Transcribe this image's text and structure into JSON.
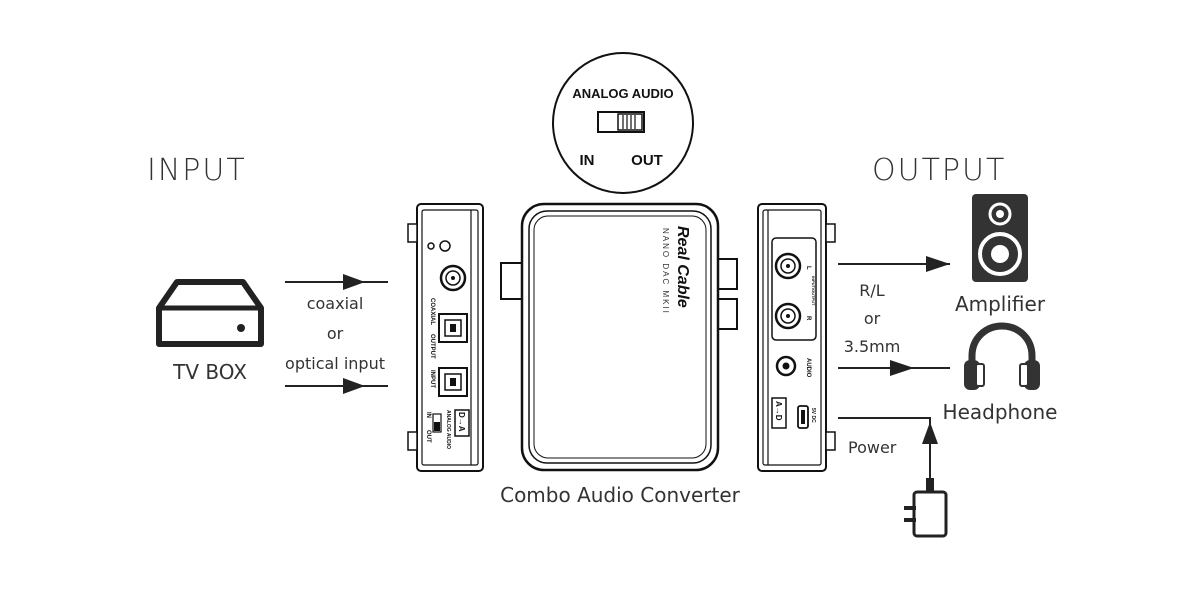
{
  "headings": {
    "input": "INPUT",
    "output": "OUTPUT"
  },
  "source": {
    "name": "TV BOX"
  },
  "input_labels": {
    "coaxial": "coaxial",
    "or": "or",
    "optical": "optical input"
  },
  "product": {
    "caption": "Combo Audio Converter",
    "brand": "Real Cable",
    "model": "NANO DAC MKII"
  },
  "callout": {
    "title": "ANALOG AUDIO",
    "in": "IN",
    "out": "OUT"
  },
  "left_panel": {
    "coaxial": "COAXIAL",
    "output": "OUTPUT",
    "input": "INPUT",
    "switch_title": "ANALOG AUDIO",
    "in": "IN",
    "out": "OUT",
    "mode_badge": "D→A"
  },
  "right_panel": {
    "l": "L",
    "r": "R",
    "rca_label": "INPUT/OUTPUT",
    "audio": "AUDIO",
    "mode_badge": "A→D",
    "power_port": "5V DC"
  },
  "output_labels": {
    "rl": "R/L",
    "or": "or",
    "jack": "3.5mm",
    "power": "Power"
  },
  "outputs": {
    "amplifier": "Amplifier",
    "headphone": "Headphone"
  },
  "icons": [
    "tv-box-icon",
    "speaker-icon",
    "headphone-icon",
    "power-adapter-icon",
    "arrow-right-icon",
    "arrow-up-icon"
  ]
}
